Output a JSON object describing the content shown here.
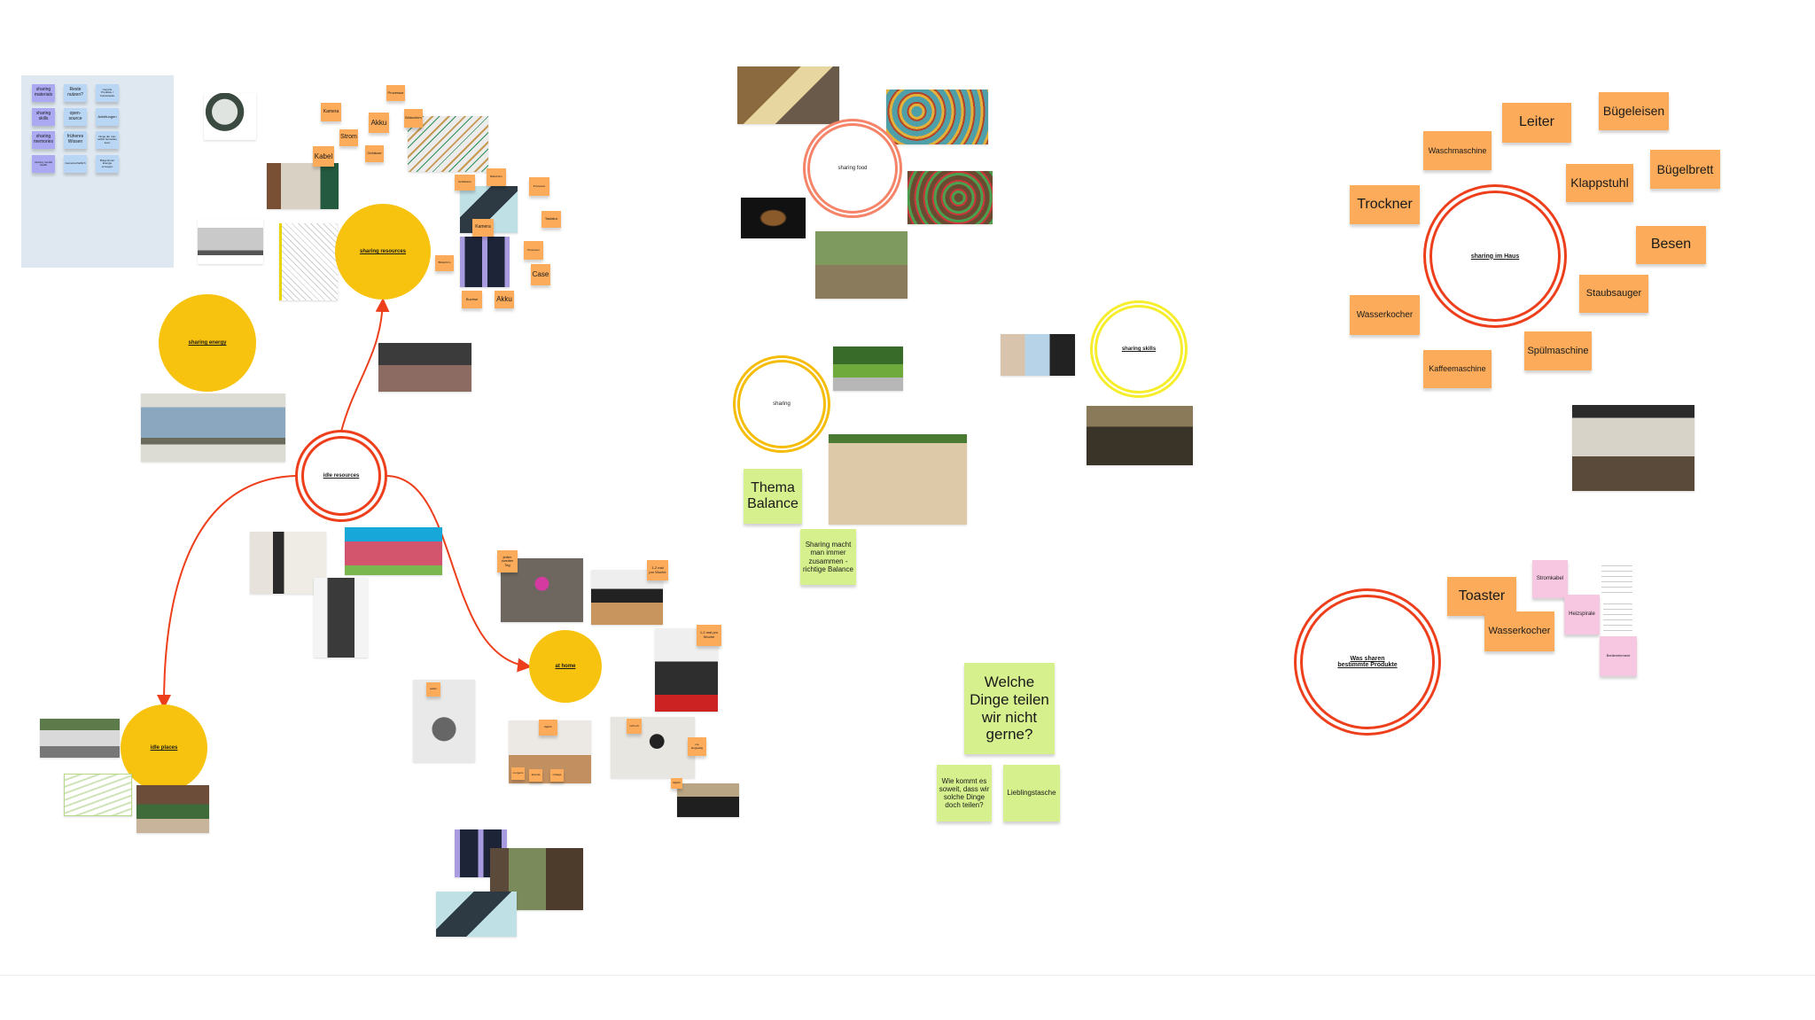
{
  "board": {
    "overview_panel": {
      "items": [
        "sharing materials",
        "Reste nutzen?",
        "Upcycle Produkte / Kunststücke",
        "sharing skills",
        "open-source",
        "Anleitungen",
        "sharing memories",
        "früheres Wissen",
        "Dinge die man selbst herstellen kann",
        "sharing mental health",
        "Gemeinschaftlich",
        "Bürgerinnen Energie erzeugen"
      ]
    },
    "clusters": {
      "resources": {
        "title": "sharing resources",
        "stickies": [
          "Kamera",
          "Prozessor",
          "Akku",
          "Bildschirm",
          "Strom",
          "Gehäuse",
          "Kabel",
          "Grafikkarte",
          "Bildschirm",
          "Prozessor",
          "Tastatur",
          "Kamera",
          "Bildschirm",
          "Prozessor",
          "Case",
          "Buchse",
          "Akku"
        ]
      },
      "energy": {
        "title": "sharing energy"
      },
      "idle_resources": {
        "title": "idle resources"
      },
      "idle_places": {
        "title": "idle places"
      },
      "at_home": {
        "title": "at home",
        "stickies": [
          "jeden zweiten Tag",
          "1-2 mal pro Woche",
          "1-2 mal pro Woche",
          "selten",
          "täglich",
          "morgens",
          "abends",
          "mittags",
          "nicht oft",
          "nie langweilig",
          "täglich"
        ]
      },
      "food": {
        "title": "sharing food"
      },
      "sharing": {
        "title": "sharing",
        "stickies": [
          "Thema Balance",
          "Sharing macht man immer zusammen - richtige Balance"
        ]
      },
      "skills": {
        "title": "sharing skills"
      },
      "not_sharing": {
        "stickies": [
          "Welche Dinge teilen wir nicht gerne?",
          "Wie kommt es soweit, dass wir solche Dinge doch teilen?",
          "Lieblingstasche"
        ]
      },
      "house": {
        "title": "sharing im Haus",
        "stickies": [
          "Leiter",
          "Bügeleisen",
          "Waschmaschine",
          "Trockner",
          "Klappstuhl",
          "Bügelbrett",
          "Besen",
          "Staubsauger",
          "Wasserkocher",
          "Spülmaschine",
          "Kaffeemaschine"
        ]
      },
      "products": {
        "title": "Was sharen bestimmte Produkte",
        "stickies": [
          "Toaster",
          "Wasserkocher"
        ],
        "parts": [
          "Stromkabel",
          "Heizspirale",
          "Bedienelement"
        ]
      }
    },
    "colors": {
      "arrow": "#ee3f1c",
      "yellow": "#f7c30f",
      "sticky_orange": "#fbab5a",
      "sticky_green": "#d6f08e",
      "sticky_pink": "#f7c7e2"
    }
  }
}
